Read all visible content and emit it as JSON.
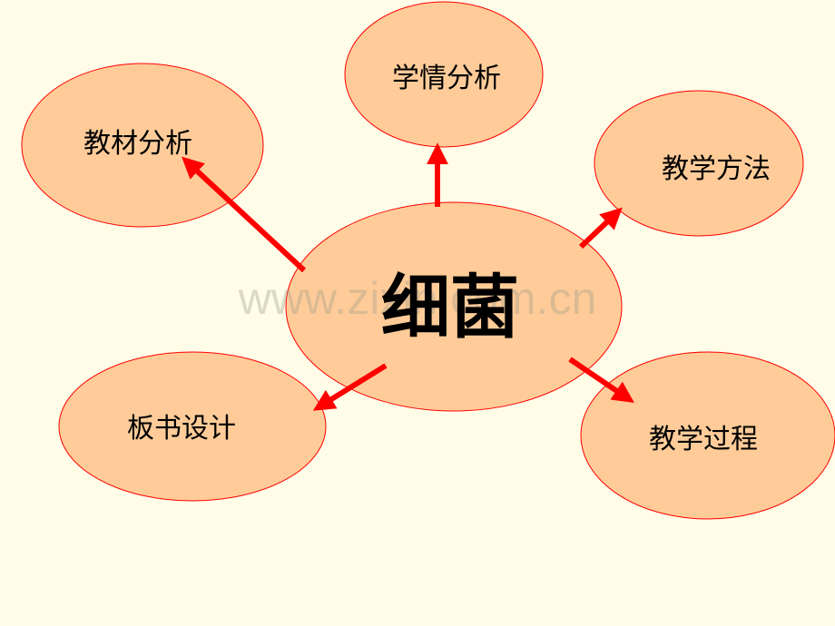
{
  "center": {
    "label": "细菌"
  },
  "nodes": [
    {
      "id": "student-analysis",
      "label": "学情分析"
    },
    {
      "id": "textbook-analysis",
      "label": "教材分析"
    },
    {
      "id": "teaching-method",
      "label": "教学方法"
    },
    {
      "id": "blackboard-design",
      "label": "板书设计"
    },
    {
      "id": "teaching-process",
      "label": "教学过程"
    }
  ],
  "watermark": "www.zixin.com.cn",
  "colors": {
    "background": "#fffde8",
    "ellipse_fill": "#ffcc99",
    "ellipse_stroke": "#ff0000",
    "arrow": "#ff0000"
  }
}
